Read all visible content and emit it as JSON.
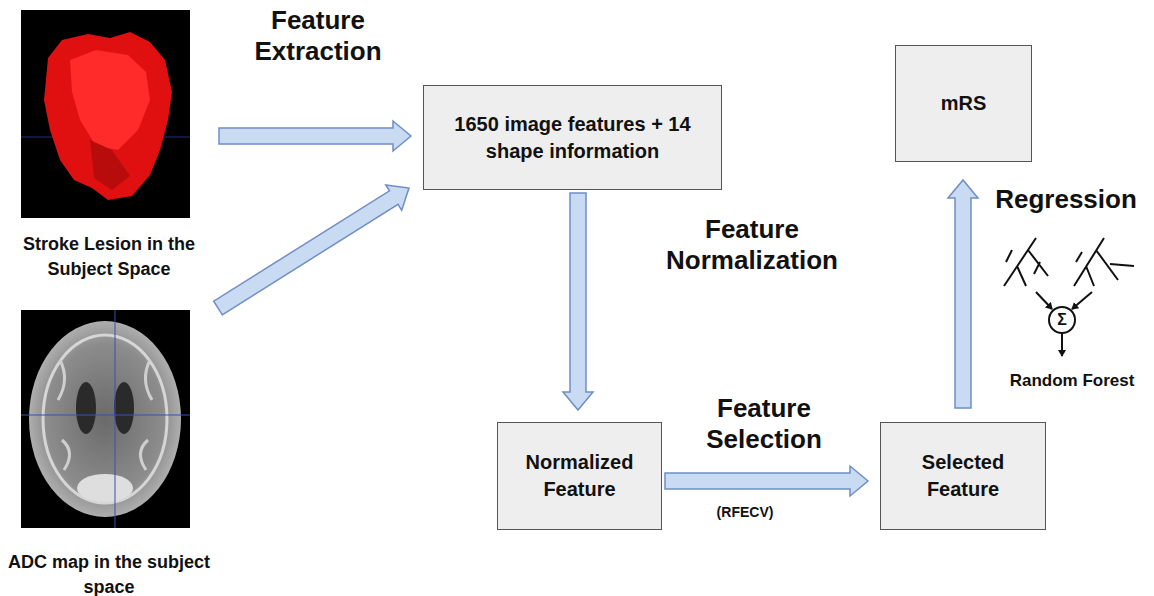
{
  "diagram": {
    "nodes": [
      {
        "text": [
          "Stroke Lesion in the Subject Space"
        ]
      },
      {
        "text": [
          "ADC map in the subject space"
        ]
      },
      {
        "text": [
          "1650 image features + 14 shape information"
        ]
      },
      {
        "text": [
          "Normalized Feature"
        ]
      },
      {
        "text": [
          "Selected Feature"
        ]
      },
      {
        "text": [
          "mRS"
        ]
      }
    ],
    "edges": [
      {
        "from": 0,
        "to": 2,
        "arrow": "to",
        "label": "Feature Extraction"
      },
      {
        "from": 1,
        "to": 2,
        "arrow": "to"
      },
      {
        "from": 2,
        "to": 3,
        "arrow": "to",
        "label": "Feature Normalization"
      },
      {
        "from": 3,
        "to": 4,
        "arrow": "to",
        "label": "Feature Selection"
      },
      {
        "from": 4,
        "to": 5,
        "arrow": "to",
        "label": "Regression"
      }
    ],
    "labels": [
      "(RFECV)",
      "Σ",
      "Random Forest"
    ]
  }
}
